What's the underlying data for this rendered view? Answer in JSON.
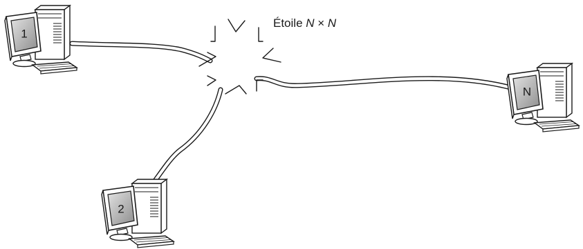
{
  "star": {
    "label_prefix": "Étoile ",
    "label_n1": "N",
    "label_times": " × ",
    "label_n2": "N"
  },
  "computers": [
    {
      "label": "1"
    },
    {
      "label": "2"
    },
    {
      "label": "N"
    }
  ],
  "colors": {
    "line": "#1a1a1a",
    "screen_fill": "#a8a8a8",
    "screen_highlight": "#d9d9d9",
    "body_fill": "#ffffff"
  }
}
